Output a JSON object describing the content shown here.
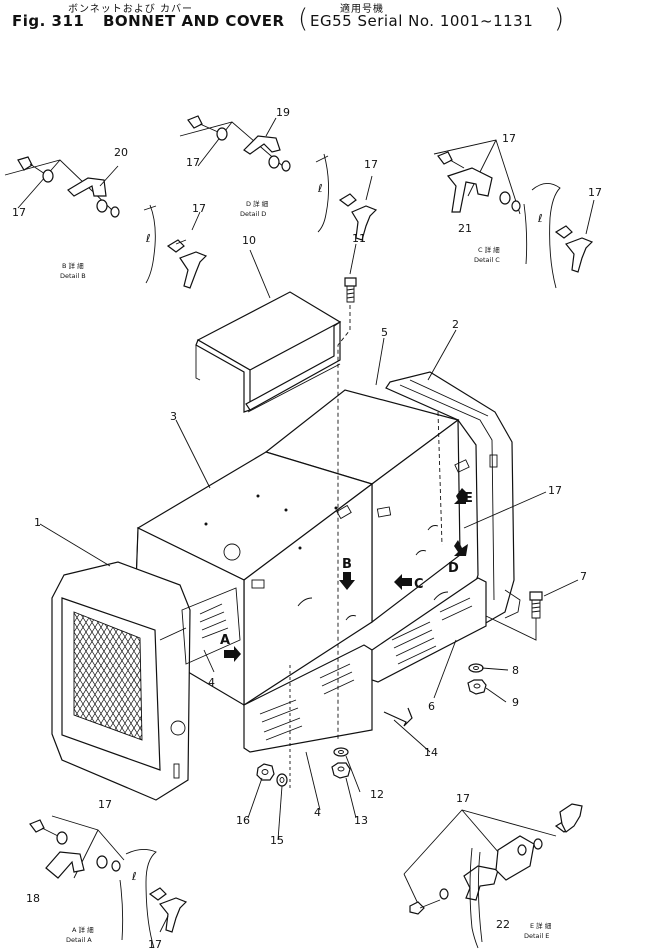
{
  "header": {
    "jp_title": "ボンネットおよび カバー",
    "jp_applicable": "適用号機",
    "fig": "Fig. 311",
    "title": "BONNET AND COVER",
    "paren_open": "(",
    "serial": "EG55 Serial No. 1001~1131",
    "paren_close": ")"
  },
  "callouts": {
    "n1": "1",
    "n2": "2",
    "n3": "3",
    "n4a": "4",
    "n4b": "4",
    "n5": "5",
    "n6": "6",
    "n7": "7",
    "n8": "8",
    "n9": "9",
    "n10": "10",
    "n11": "11",
    "n12": "12",
    "n13": "13",
    "n14": "14",
    "n15": "15",
    "n16": "16",
    "n17_b": "17",
    "n17_b2": "17",
    "n17_d": "17",
    "n17_d2": "17",
    "n17_c": "17",
    "n17_c2": "17",
    "n17_main": "17",
    "n17_a": "17",
    "n17_a2": "17",
    "n17_e": "17",
    "n18": "18",
    "n19": "19",
    "n20": "20",
    "n21": "21",
    "n22": "22"
  },
  "arrows": {
    "a": "A",
    "b": "B",
    "c": "C",
    "d": "D",
    "e": "E"
  },
  "details": {
    "b_jp": "B 詳 細",
    "b": "Detail B",
    "d_jp": "D 詳 細",
    "d": "Detail D",
    "c_jp": "C 詳 細",
    "c": "Detail C",
    "a_jp": "A 詳 細",
    "a": "Detail A",
    "e_jp": "E 詳 細",
    "e": "Detail E"
  }
}
